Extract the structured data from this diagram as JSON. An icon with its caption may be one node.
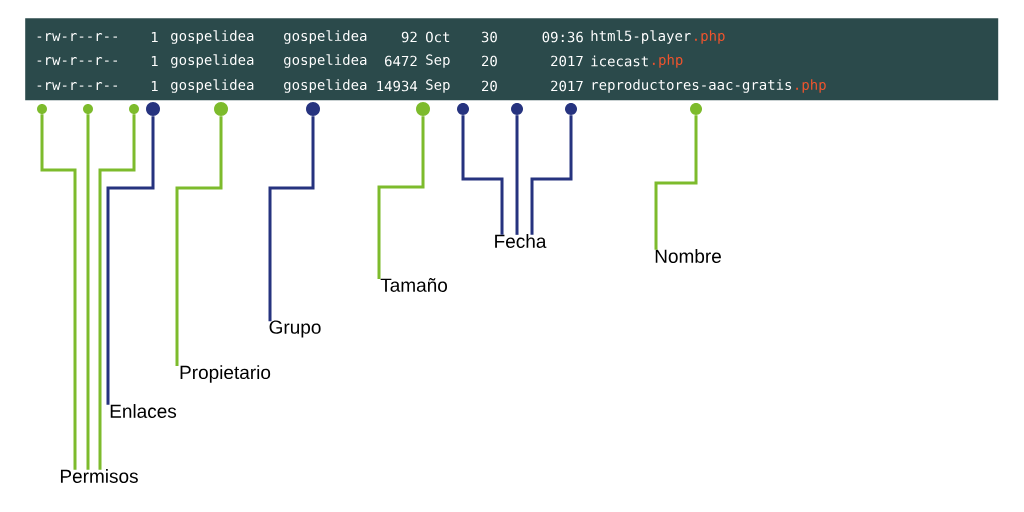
{
  "diagram": {
    "nodes": [
      {
        "text": [
          "-rw-r--r--",
          "1",
          "gospelidea",
          "gospelidea",
          "92",
          "Oct",
          "30",
          "09:36",
          "html5-player",
          ".php",
          "-rw-r--r--",
          "1",
          "gospelidea",
          "gospelidea",
          "6472",
          "Sep",
          "20",
          "2017",
          "icecast",
          ".php",
          "-rw-r--r--",
          "1",
          "gospelidea",
          "gospelidea",
          "14934",
          "Sep",
          "20",
          "2017",
          "reproductores-aac-gratis",
          ".php"
        ]
      },
      {
        "text": [],
        "shape": "circle"
      },
      {
        "text": [],
        "shape": "circle"
      },
      {
        "text": [],
        "shape": "circle"
      },
      {
        "text": [],
        "shape": "circle"
      },
      {
        "text": [],
        "shape": "circle"
      },
      {
        "text": [],
        "shape": "circle"
      },
      {
        "text": [],
        "shape": "circle"
      },
      {
        "text": [],
        "shape": "circle"
      },
      {
        "text": [],
        "shape": "circle"
      },
      {
        "text": [],
        "shape": "circle"
      },
      {
        "text": [],
        "shape": "circle"
      },
      {
        "text": [
          "Fecha"
        ]
      },
      {
        "text": [
          "Nombre"
        ]
      },
      {
        "text": [
          "Tamaño"
        ]
      },
      {
        "text": [
          "Grupo"
        ]
      },
      {
        "text": [
          "Propietario"
        ]
      },
      {
        "text": [
          "Enlaces"
        ]
      },
      {
        "text": [
          "Permisos"
        ]
      }
    ],
    "edges": [
      {
        "from": 18,
        "to": 1,
        "arrow": "none"
      },
      {
        "from": 18,
        "to": 2,
        "arrow": "none"
      },
      {
        "from": 18,
        "to": 3,
        "arrow": "none"
      },
      {
        "from": 17,
        "to": 4,
        "arrow": "none",
        "color": "#26337f"
      },
      {
        "from": 16,
        "to": 5,
        "arrow": "none"
      },
      {
        "from": 15,
        "to": 6,
        "arrow": "none",
        "color": "#26337f"
      },
      {
        "from": 14,
        "to": 7,
        "arrow": "none"
      },
      {
        "from": 12,
        "to": 8,
        "arrow": "none",
        "color": "#26337f"
      },
      {
        "from": 12,
        "to": 9,
        "arrow": "none",
        "color": "#26337f"
      },
      {
        "from": 12,
        "to": 10,
        "arrow": "none",
        "color": "#26337f"
      },
      {
        "from": 13,
        "to": 11,
        "arrow": "none"
      }
    ]
  }
}
